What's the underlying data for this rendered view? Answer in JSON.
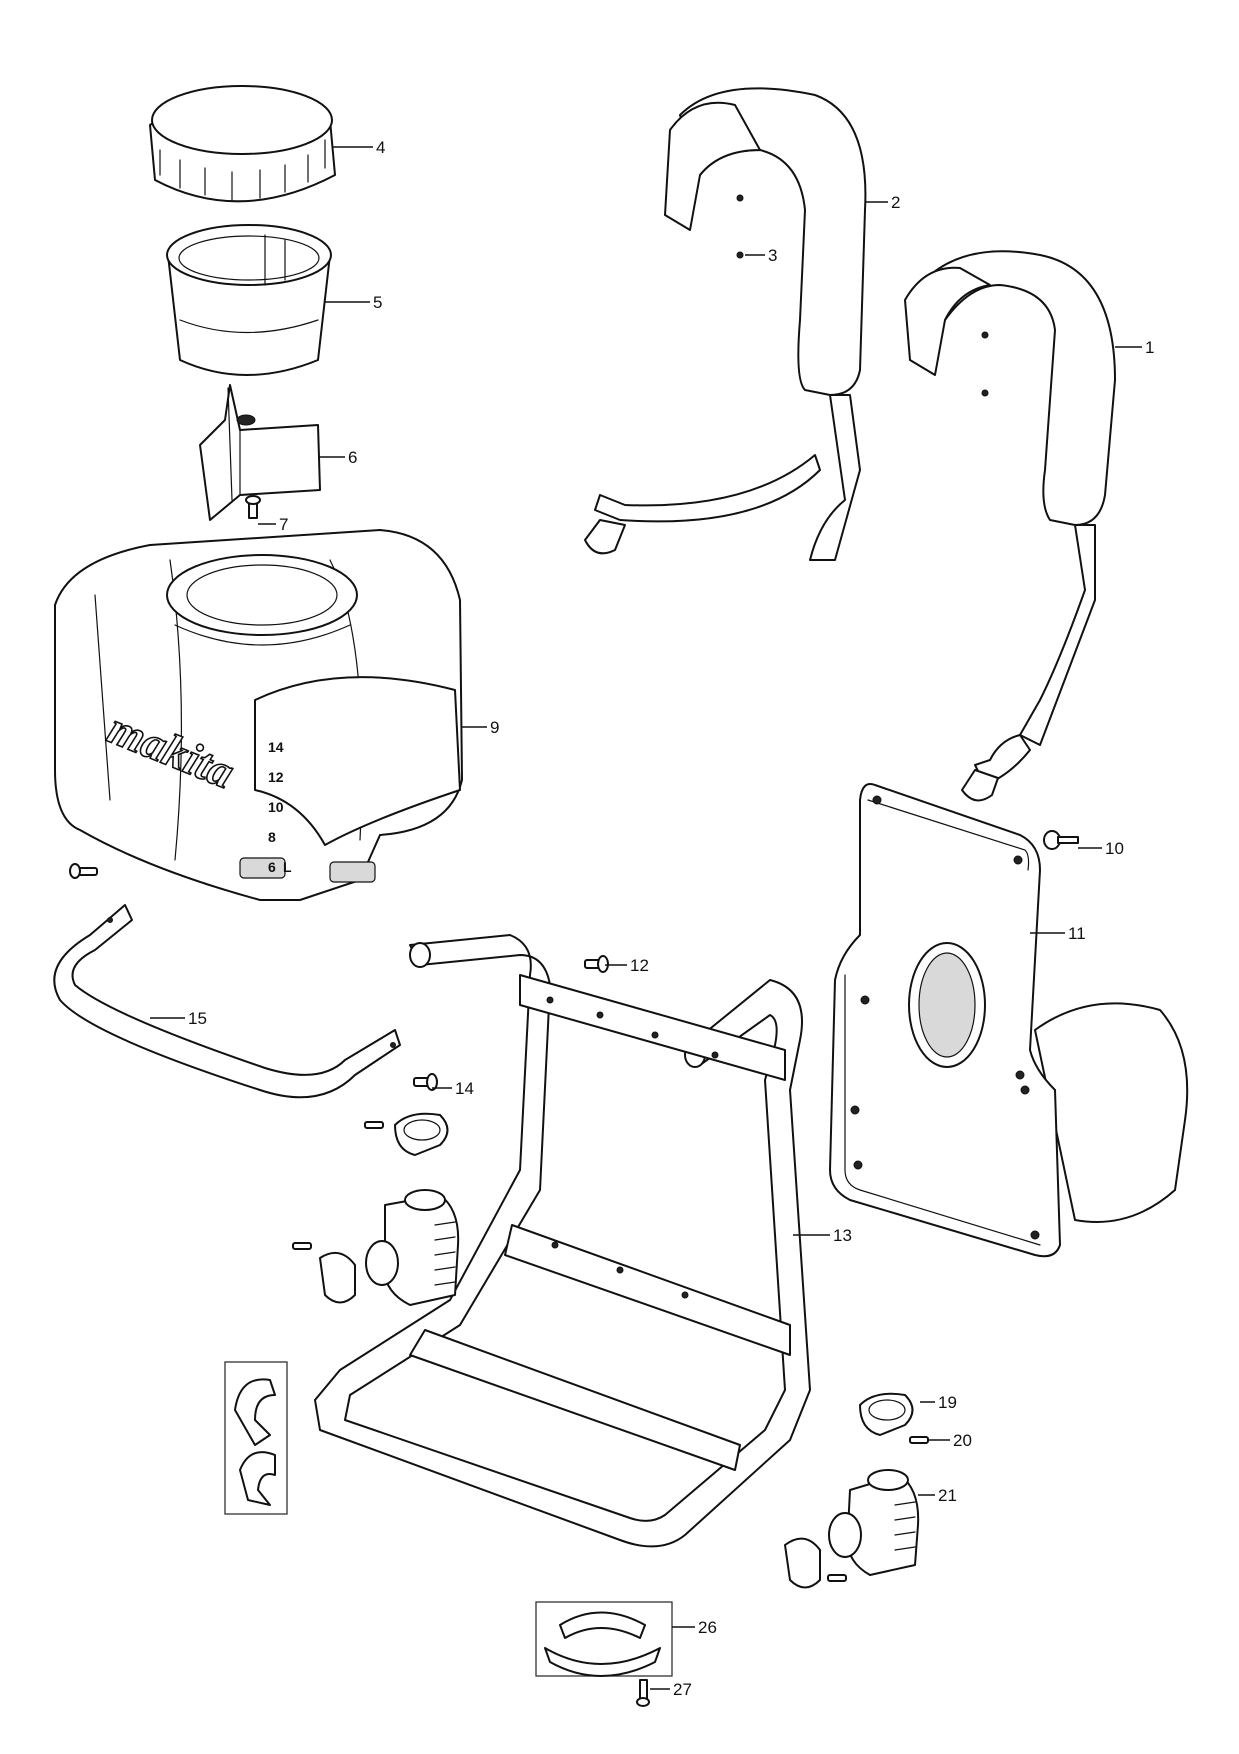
{
  "diagram": {
    "brand_logo": "makita",
    "tank_scale_marks": [
      "14",
      "12",
      "10",
      "8",
      "6",
      "L"
    ],
    "callouts": [
      {
        "id": "c1",
        "label": "1"
      },
      {
        "id": "c2",
        "label": "2"
      },
      {
        "id": "c3",
        "label": "3"
      },
      {
        "id": "c4",
        "label": "4"
      },
      {
        "id": "c5",
        "label": "5"
      },
      {
        "id": "c6",
        "label": "6"
      },
      {
        "id": "c7",
        "label": "7"
      },
      {
        "id": "c9",
        "label": "9"
      },
      {
        "id": "c10",
        "label": "10"
      },
      {
        "id": "c11",
        "label": "11"
      },
      {
        "id": "c12",
        "label": "12"
      },
      {
        "id": "c13",
        "label": "13"
      },
      {
        "id": "c14",
        "label": "14"
      },
      {
        "id": "c15",
        "label": "15"
      },
      {
        "id": "c19",
        "label": "19"
      },
      {
        "id": "c20",
        "label": "20"
      },
      {
        "id": "c21",
        "label": "21"
      },
      {
        "id": "c26",
        "label": "26"
      },
      {
        "id": "c27",
        "label": "27"
      }
    ]
  }
}
